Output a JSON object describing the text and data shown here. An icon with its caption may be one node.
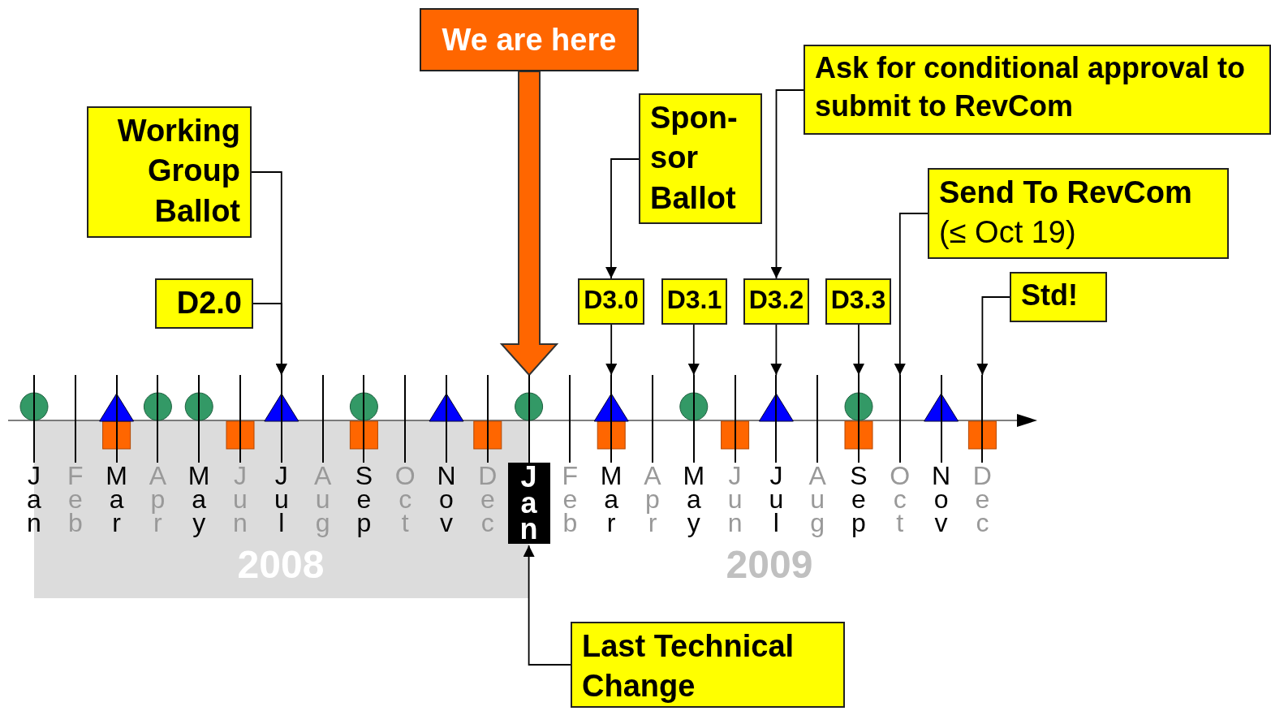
{
  "diagram": {
    "nodes": [
      {
        "text": [
          "We are here"
        ]
      },
      {
        "text": [
          "Ask for conditional approval to submit to RevCom"
        ]
      },
      {
        "text": [
          "Working Group Ballot"
        ]
      },
      {
        "text": [
          "Spon-sor Ballot"
        ]
      },
      {
        "text": [
          "Send To RevCom",
          "(≤ Oct 19)"
        ]
      },
      {
        "text": [
          "D2.0"
        ]
      },
      {
        "text": [
          "D3.0"
        ]
      },
      {
        "text": [
          "D3.1"
        ]
      },
      {
        "text": [
          "D3.2"
        ]
      },
      {
        "text": [
          "D3.3"
        ]
      },
      {
        "text": [
          "Std!"
        ]
      },
      {
        "text": [
          "Jan"
        ]
      },
      {
        "text": [
          "Feb"
        ]
      },
      {
        "text": [
          "Mar"
        ]
      },
      {
        "text": [
          "Apr"
        ]
      },
      {
        "text": [
          "May"
        ]
      },
      {
        "text": [
          "Jun"
        ]
      },
      {
        "text": [
          "Jul"
        ]
      },
      {
        "text": [
          "Aug"
        ]
      },
      {
        "text": [
          "Sep"
        ]
      },
      {
        "text": [
          "Oct"
        ]
      },
      {
        "text": [
          "Nov"
        ]
      },
      {
        "text": [
          "Dec"
        ]
      },
      {
        "text": [
          "Jan"
        ]
      },
      {
        "text": [
          "Feb"
        ]
      },
      {
        "text": [
          "Mar"
        ]
      },
      {
        "text": [
          "Apr"
        ]
      },
      {
        "text": [
          "May"
        ]
      },
      {
        "text": [
          "Jun"
        ]
      },
      {
        "text": [
          "Jul"
        ]
      },
      {
        "text": [
          "Aug"
        ]
      },
      {
        "text": [
          "Sep"
        ]
      },
      {
        "text": [
          "Oct"
        ]
      },
      {
        "text": [
          "Nov"
        ]
      },
      {
        "text": [
          "Dec"
        ]
      },
      {
        "text": [
          "Last Technical Change"
        ]
      }
    ],
    "edges": [
      {
        "from": 0,
        "to": 23,
        "arrow": "to",
        "style": "thick",
        "color": "#ff6600"
      },
      {
        "from": 2,
        "to": 17,
        "arrow": "to"
      },
      {
        "from": 5,
        "to": 17,
        "arrow": "to"
      },
      {
        "from": 3,
        "to": 6,
        "arrow": "to"
      },
      {
        "from": 6,
        "to": 25,
        "arrow": "to"
      },
      {
        "from": 7,
        "to": 27,
        "arrow": "to"
      },
      {
        "from": 1,
        "to": 8,
        "arrow": "to"
      },
      {
        "from": 8,
        "to": 29,
        "arrow": "to"
      },
      {
        "from": 9,
        "to": 31,
        "arrow": "to"
      },
      {
        "from": 4,
        "to": 32,
        "arrow": "to"
      },
      {
        "from": 10,
        "to": 34,
        "arrow": "to"
      },
      {
        "from": 35,
        "to": 23,
        "arrow": "to"
      }
    ],
    "labels": [
      "2008",
      "2009"
    ]
  }
}
